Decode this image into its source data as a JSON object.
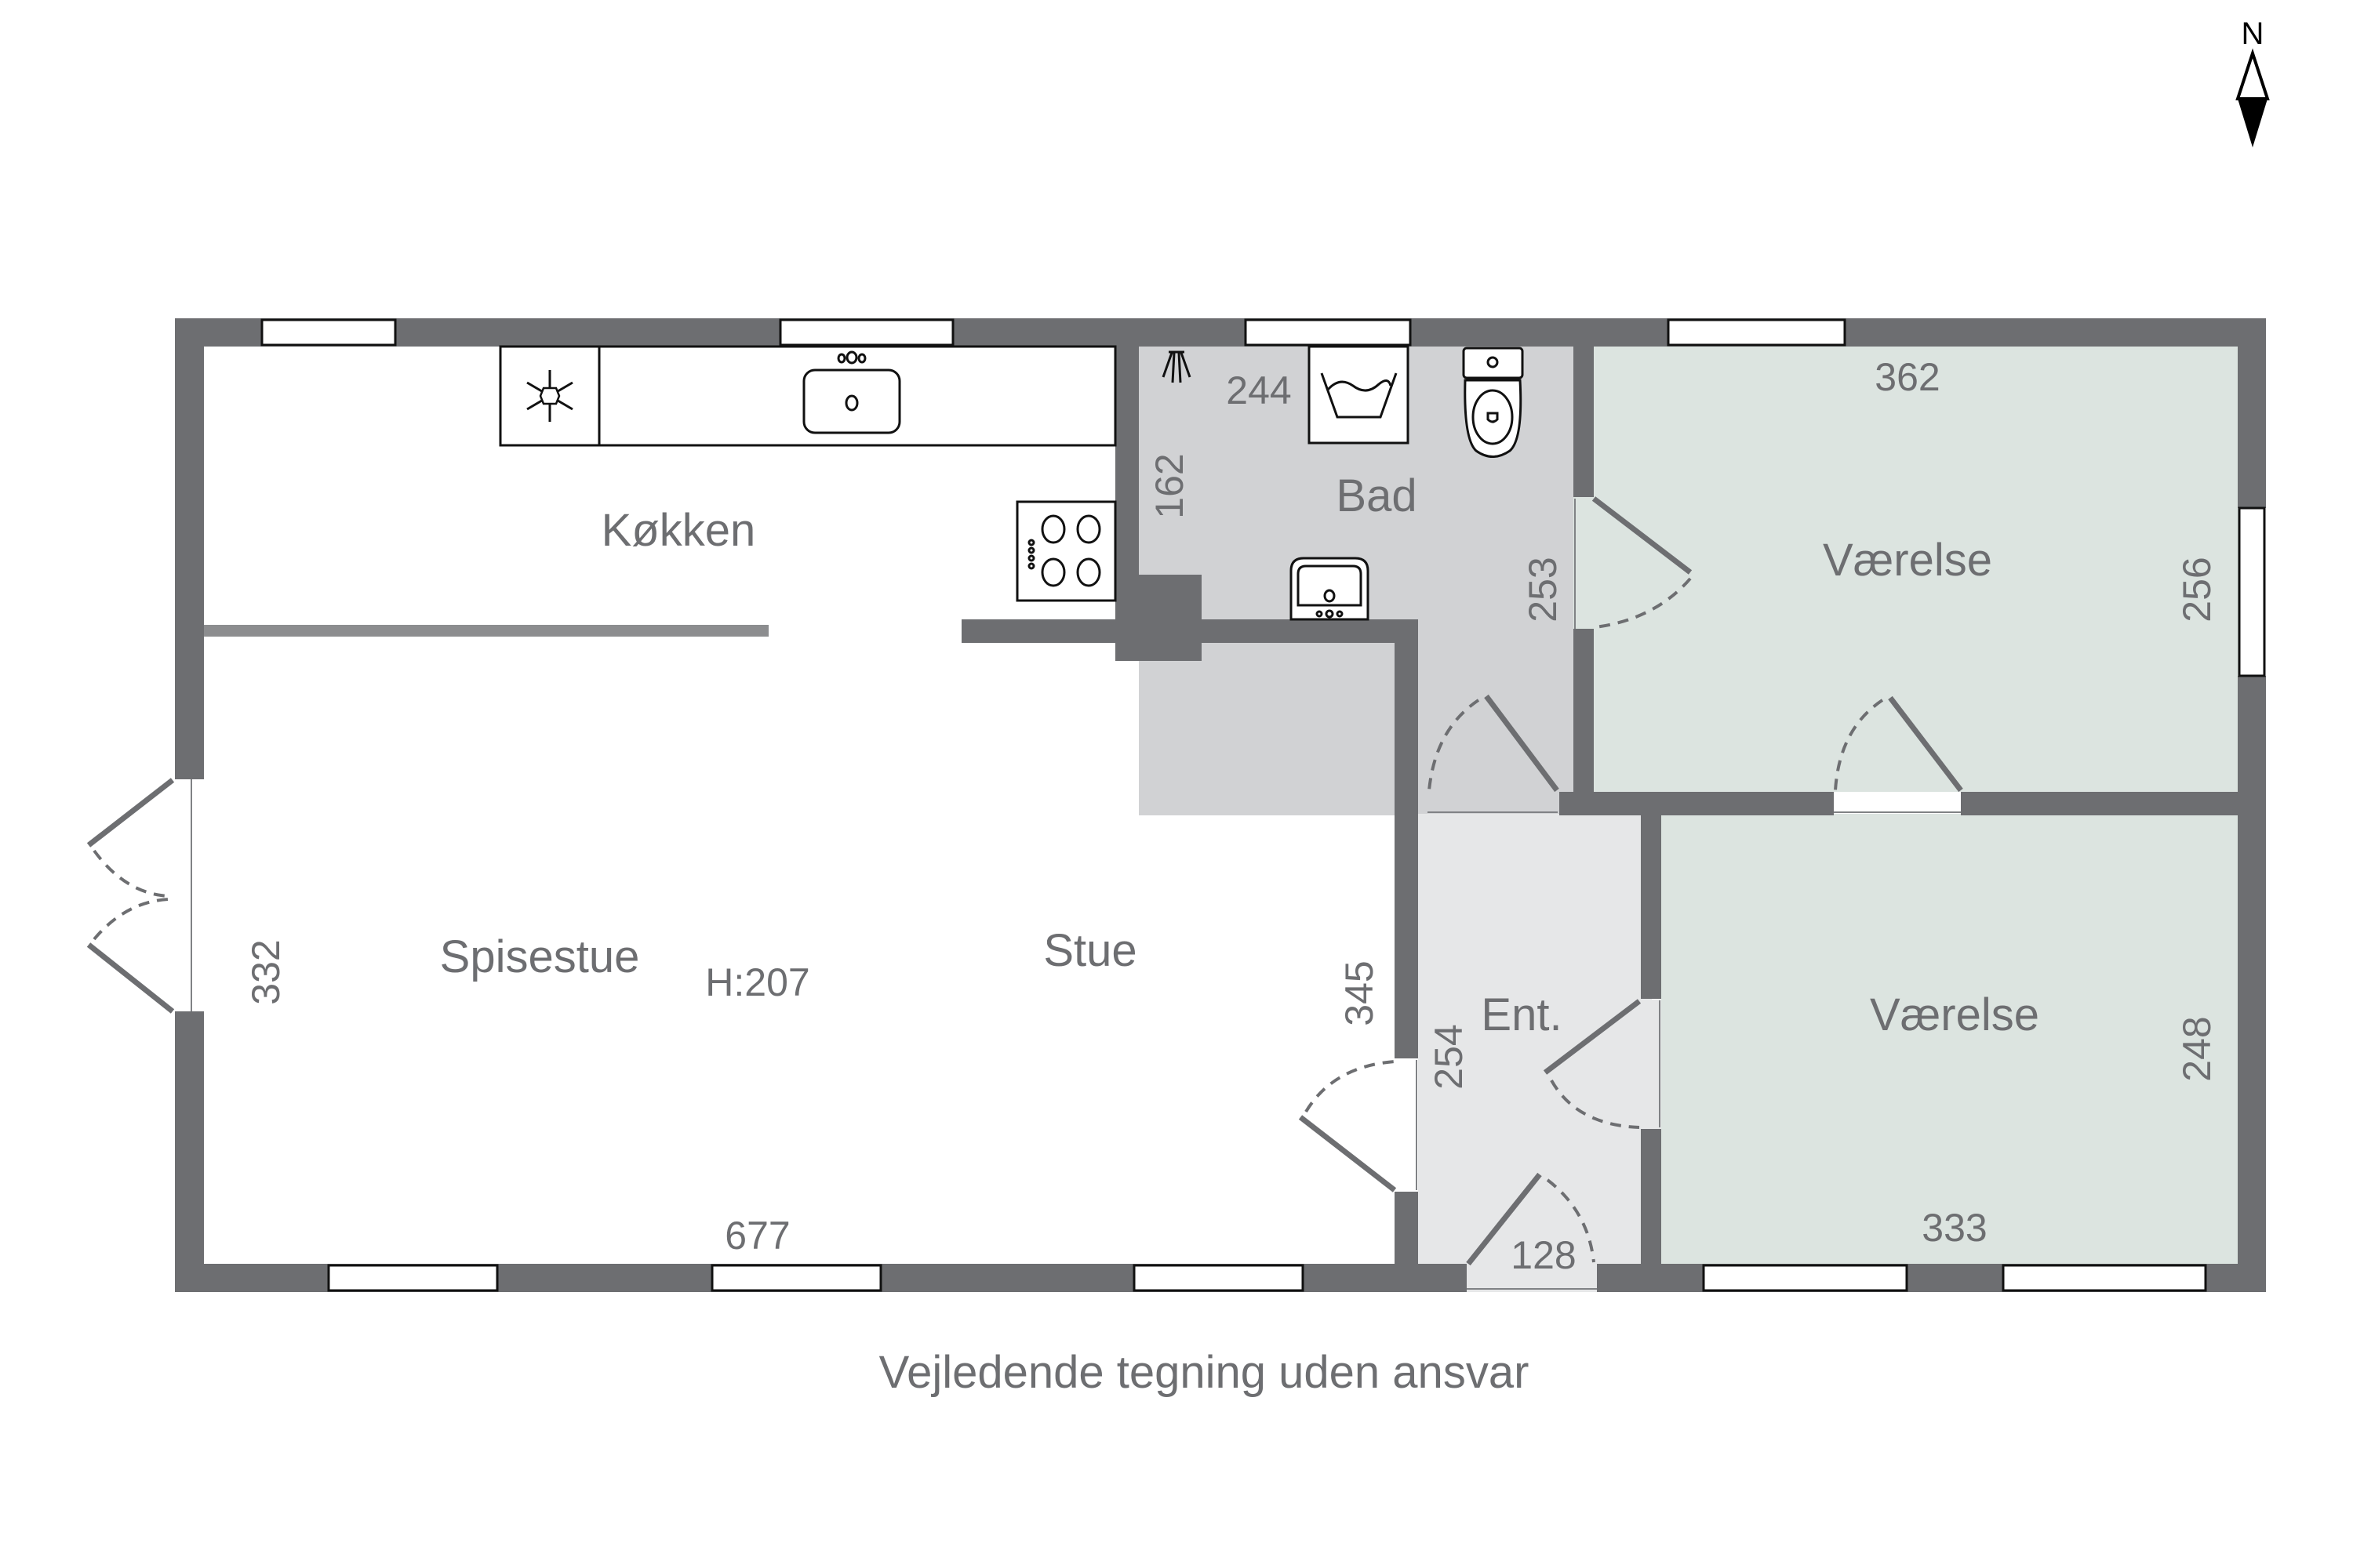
{
  "colors": {
    "wall": "#6d6e71",
    "bath_floor": "#d1d2d4",
    "bedroom_floor": "#dce4e0",
    "entry_floor": "#e6e7e8",
    "text": "#6d6e71"
  },
  "compass": {
    "label": "N"
  },
  "rooms": {
    "kitchen": {
      "label": "Køkken"
    },
    "bath": {
      "label": "Bad",
      "dim_width": "244",
      "dim_height": "162",
      "dim_side": "253"
    },
    "bedroom_north": {
      "label": "Værelse",
      "dim_width": "362",
      "dim_height": "256"
    },
    "dining": {
      "label": "Spisestue",
      "dim_height": "332"
    },
    "living": {
      "label": "Stue",
      "dim_height": "345",
      "dim_width": "677"
    },
    "ceiling": {
      "label": "H:207"
    },
    "entry": {
      "label": "Ent.",
      "dim_height": "254",
      "dim_width": "128"
    },
    "bedroom_south": {
      "label": "Værelse",
      "dim_width": "333",
      "dim_height": "248"
    }
  },
  "fixtures": [
    "fridge-icon",
    "kitchen-sink-icon",
    "stove-icon",
    "shower-icon",
    "washing-machine-icon",
    "toilet-icon",
    "bathroom-sink-icon"
  ],
  "caption": "Vejledende tegning uden ansvar"
}
